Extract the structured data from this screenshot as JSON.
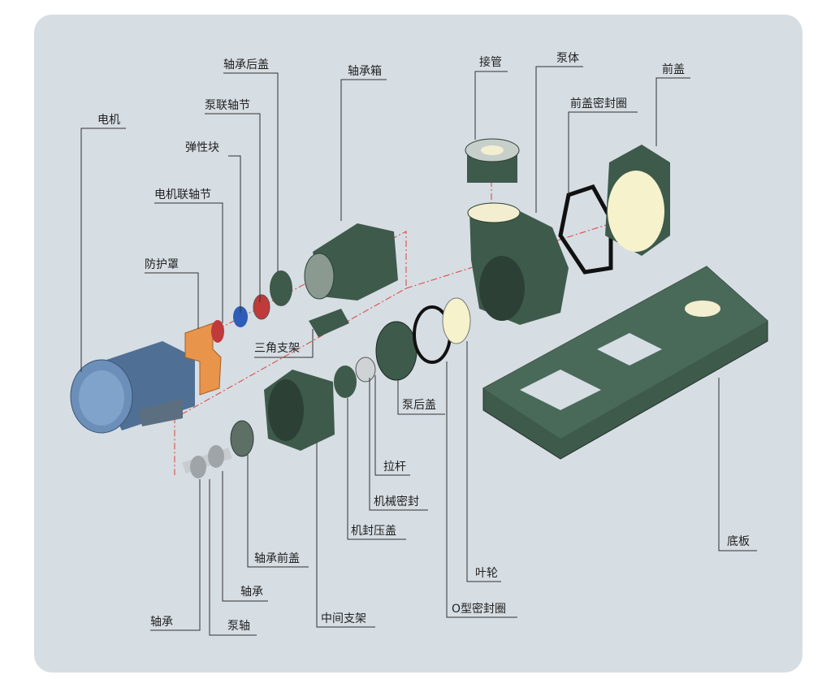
{
  "title_labels": {
    "motor": "电机",
    "elastic_block": "弹性块",
    "pump_coupling": "泵联轴节",
    "bearing_rear_cover": "轴承后盖",
    "bearing_box": "轴承箱",
    "motor_coupling": "电机联轴节",
    "guard": "防护罩",
    "triangle_bracket": "三角支架",
    "connecting_pipe": "接管",
    "pump_body": "泵体",
    "front_cover_seal": "前盖密封圈",
    "front_cover": "前盖",
    "pump_rear_cover": "泵后盖",
    "tie_rod": "拉杆",
    "mechanical_seal": "机械密封",
    "seal_gland": "机封压盖",
    "impeller": "叶轮",
    "o_ring": "O型密封圈",
    "bearing_front_cover": "轴承前盖",
    "bearing_a": "轴承",
    "bearing_b": "轴承",
    "pump_shaft": "泵轴",
    "middle_bracket": "中间支架",
    "base_plate": "底板"
  },
  "colors": {
    "background": "#d6dde3",
    "leader": "#333333",
    "casting": "#3e5a4b",
    "motor": "#6b8fb8",
    "guard": "#e8944a",
    "coupling": "#c0393b",
    "centerline": "#d9433a"
  }
}
